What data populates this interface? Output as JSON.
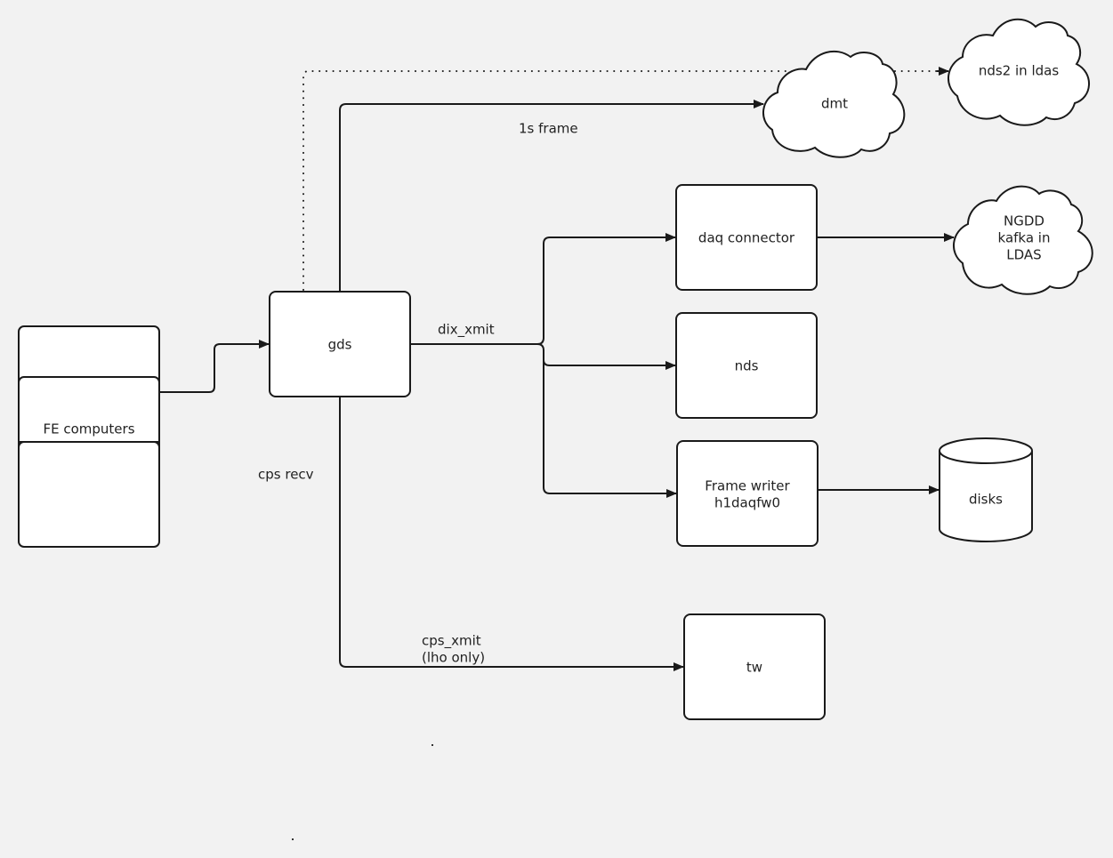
{
  "diagram": {
    "colors": {
      "background": "#f2f2f2",
      "node_fill": "#ffffff",
      "stroke": "#1a1a1a",
      "text": "#222222"
    },
    "nodes": {
      "fe_computers": {
        "label": "FE computers",
        "shape": "stacked-rectangles"
      },
      "gds": {
        "label": "gds",
        "shape": "rounded-rectangle"
      },
      "dmt": {
        "label": "dmt",
        "shape": "cloud"
      },
      "nds2": {
        "label": "nds2 in ldas",
        "shape": "cloud"
      },
      "daq_connector": {
        "label": "daq connector",
        "shape": "rounded-rectangle"
      },
      "ngdd": {
        "label_lines": [
          "NGDD",
          "kafka in",
          "LDAS"
        ],
        "shape": "cloud"
      },
      "nds": {
        "label": "nds",
        "shape": "rounded-rectangle"
      },
      "frame_writer": {
        "label_lines": [
          "Frame writer",
          "h1daqfw0"
        ],
        "shape": "rounded-rectangle"
      },
      "disks": {
        "label": "disks",
        "shape": "cylinder"
      },
      "tw": {
        "label": "tw",
        "shape": "rounded-rectangle"
      }
    },
    "edges": [
      {
        "id": "fe-to-gds",
        "from": "FE computers",
        "to": "gds",
        "style": "solid",
        "label": ""
      },
      {
        "id": "gds-to-dmt",
        "from": "gds",
        "to": "dmt",
        "style": "solid",
        "label": "1s frame"
      },
      {
        "id": "gds-to-nds2",
        "from": "gds",
        "to": "nds2 in ldas",
        "style": "dotted",
        "label": ""
      },
      {
        "id": "gds-to-daq-connector",
        "from": "gds",
        "to": "daq connector",
        "style": "solid",
        "label": "dix_xmit"
      },
      {
        "id": "gds-to-nds",
        "from": "gds",
        "to": "nds",
        "style": "solid",
        "label": ""
      },
      {
        "id": "gds-to-frame-writer",
        "from": "gds",
        "to": "Frame writer h1daqfw0",
        "style": "solid",
        "label": ""
      },
      {
        "id": "daq-connector-to-ngdd",
        "from": "daq connector",
        "to": "NGDD kafka in LDAS",
        "style": "solid",
        "label": ""
      },
      {
        "id": "frame-writer-to-disks",
        "from": "Frame writer h1daqfw0",
        "to": "disks",
        "style": "solid",
        "label": ""
      },
      {
        "id": "gds-to-tw",
        "from": "gds",
        "to": "tw",
        "style": "solid",
        "label_lines": [
          "cps_xmit",
          "(lho only)"
        ]
      }
    ],
    "free_labels": {
      "cps_recv": "cps recv"
    }
  }
}
